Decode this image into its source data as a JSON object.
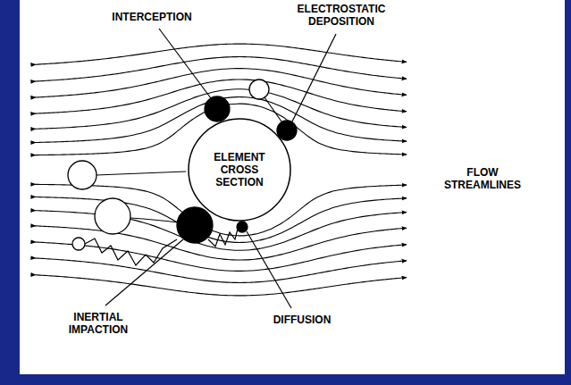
{
  "diagram": {
    "nodes": [
      {
        "text": [
          "ELEMENT CROSS SECTION"
        ]
      }
    ],
    "edges": [],
    "labels": [
      "INTERCEPTION",
      "ELECTROSTATIC DEPOSITION",
      "FLOW STREAMLINES",
      "INERTIAL IMPACTION",
      "DIFFUSION"
    ]
  }
}
